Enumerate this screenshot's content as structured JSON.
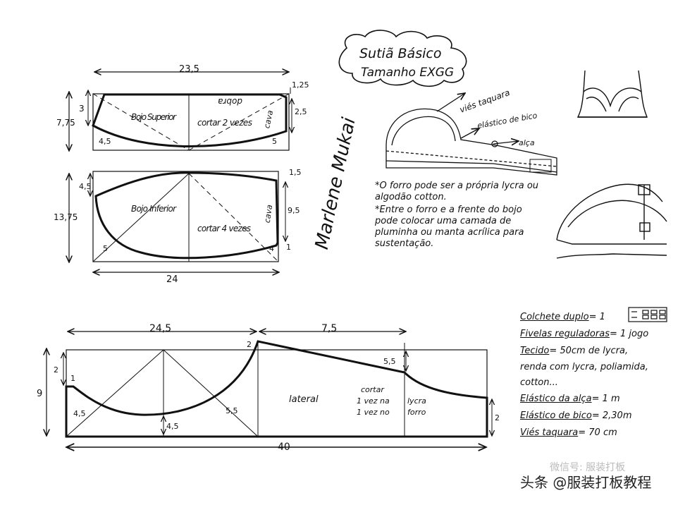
{
  "title": {
    "line1": "Sutiã Básico",
    "line2": "Tamanho EXGG"
  },
  "signature": "Marlene Mukai",
  "upper_cup": {
    "name": "Bojo Superior",
    "instruction": "cortar 2 vezes",
    "fold": "dobra",
    "cava": "cava",
    "dims": {
      "width": "23,5",
      "height": "7,75",
      "left_side": "3",
      "right_top": "1,25",
      "right_side": "2,5",
      "bottom_left": "4,5",
      "bottom_right": "5"
    }
  },
  "lower_cup": {
    "name": "Bojo Inferior",
    "instruction": "cortar 4 vezes",
    "cava": "cava",
    "dims": {
      "width": "24",
      "height": "13,75",
      "left_top": "4,5",
      "right_top": "1,5",
      "right_side": "9,5",
      "bottom_left": "5",
      "bottom_right": "4",
      "right_corner": "1"
    }
  },
  "lateral": {
    "front_width": "24,5",
    "side_width": "7,5",
    "total_width": "40",
    "height": "9",
    "left_drop": "2",
    "left_step": "1",
    "peak": "2",
    "curve_left": "4,5",
    "curve_right": "5,5",
    "center_drop": "4,5",
    "right_top": "5,5",
    "right_end": "2",
    "label_lateral": "lateral",
    "instruction": [
      "cortar",
      "1 vez na",
      "lycra",
      "1 vez no",
      "forro"
    ]
  },
  "diagram_labels": {
    "vies": "viés taquara",
    "elastico": "elástico de bico",
    "alca": "alça"
  },
  "notes": [
    "*O forro pode ser a própria lycra ou algodão cotton.",
    "*Entre o forro e a frente do bojo pode colocar uma camada de pluminha ou manta acrílica para sustentação."
  ],
  "materials": [
    {
      "key": "Colchete duplo",
      "value": "= 1"
    },
    {
      "key": "Fivelas reguladoras",
      "value": "= 1 jogo"
    },
    {
      "key": "Tecido",
      "value": "= 50cm de lycra,"
    },
    {
      "key": "",
      "value": "renda com lycra, poliamida, cotton..."
    },
    {
      "key": "Elástico da alça",
      "value": "= 1 m"
    },
    {
      "key": "Elástico de bico",
      "value": "= 2,30m"
    },
    {
      "key": "Viés taquara",
      "value": "= 70 cm"
    }
  ],
  "watermark": "头条 @服装打板教程",
  "watermark_faint": "微信号: 服装打板"
}
